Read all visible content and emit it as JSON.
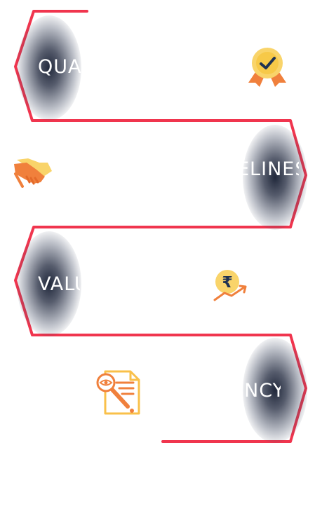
{
  "colors": {
    "path": "#f0354e",
    "shadow": "#1e2638",
    "icon_orange": "#f0803c",
    "icon_yellow": "#f9d46a",
    "icon_navy": "#1f3252"
  },
  "rows": [
    {
      "label": "Quali",
      "icon": "quality-badge-icon"
    },
    {
      "label": "elines",
      "icon": "handshake-icon"
    },
    {
      "label": "Valu",
      "icon": "rupee-growth-icon"
    },
    {
      "label": "ency",
      "icon": "document-inspect-icon"
    }
  ]
}
